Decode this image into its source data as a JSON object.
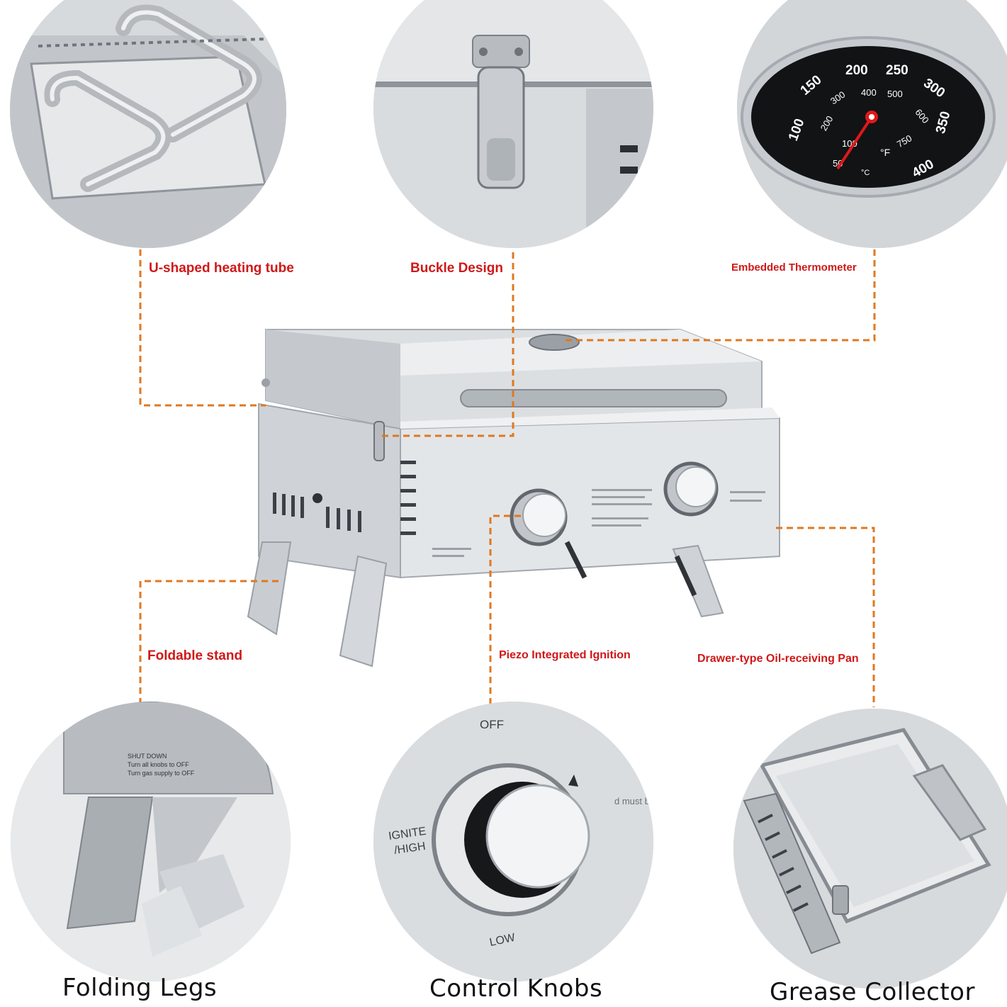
{
  "callouts": {
    "heating_tube": "U-shaped heating tube",
    "buckle": "Buckle Design",
    "thermometer": "Embedded Thermometer",
    "stand": "Foldable stand",
    "ignition": "Piezo Integrated Ignition",
    "pan": "Drawer-type Oil-receiving Pan"
  },
  "captions": {
    "legs": "Folding Legs",
    "knobs": "Control Knobs",
    "grease": "Grease Collector"
  },
  "thermometer": {
    "outer_scale": [
      "100",
      "150",
      "200",
      "250",
      "300",
      "350",
      "400"
    ],
    "inner_scale": [
      "50",
      "100",
      "200",
      "300",
      "400",
      "500",
      "600",
      "750"
    ],
    "unit_f": "°F",
    "unit_c": "°C"
  },
  "knob": {
    "off": "OFF",
    "ignite_high": "IGNITE\n/HIGH",
    "low": "LOW"
  },
  "leg_label": "SHUT DOWN\nTurn all knobs to OFF\nTurn gas supply to OFF",
  "colors": {
    "callout_red": "#d01818",
    "leader_orange": "#e07820",
    "steel_light": "#e9ebed",
    "steel_dark": "#9ea3a8"
  }
}
